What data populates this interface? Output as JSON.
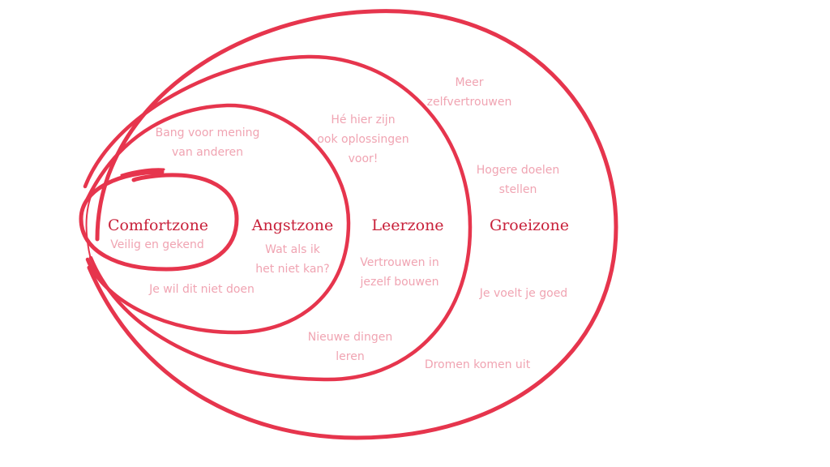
{
  "colors": {
    "ring": "#e6354d",
    "title": "#c8213a",
    "note": "#f0a4b2",
    "background": "#ffffff"
  },
  "zones": {
    "comfort": {
      "title": "Comfortzone",
      "notes": [
        [
          "Veilig en gekend"
        ]
      ]
    },
    "angst": {
      "title": "Angstzone",
      "notes": [
        [
          "Bang voor mening",
          "van anderen"
        ],
        [
          "Wat als ik",
          "het niet kan?"
        ],
        [
          "Je wil dit niet doen"
        ]
      ]
    },
    "leer": {
      "title": "Leerzone",
      "notes": [
        [
          "Hé hier zijn",
          "ook oplossingen",
          "voor!"
        ],
        [
          "Vertrouwen in",
          "jezelf bouwen"
        ],
        [
          "Nieuwe dingen",
          "leren"
        ]
      ]
    },
    "groei": {
      "title": "Groeizone",
      "notes": [
        [
          "Meer",
          "zelfvertrouwen"
        ],
        [
          "Hogere doelen",
          "stellen"
        ],
        [
          "Je voelt je goed"
        ],
        [
          "Dromen komen uit"
        ]
      ]
    }
  }
}
